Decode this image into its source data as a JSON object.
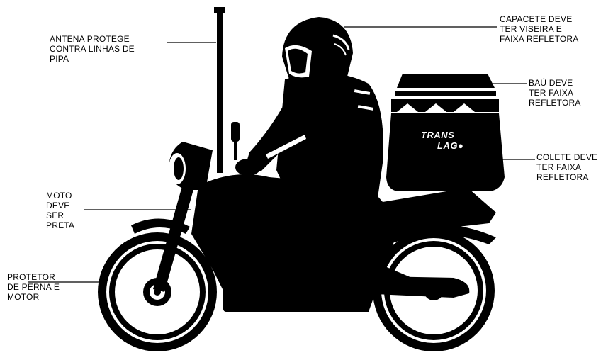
{
  "labels": {
    "antenna": "ANTENA PROTEGE\nCONTRA LINHAS DE\nPIPA",
    "helmet": "CAPACETE DEVE\nTER VISEIRA E\nFAIXA REFLETORA",
    "box": "BAÚ DEVE\nTER FAIXA\nREFLETORA",
    "vest": "COLETE DEVE\nTER FAIXA\nREFLETORA",
    "moto": "MOTO\nDEVE\nSER\nPRETA",
    "protector": "PROTETOR\nDE PERNA E\nMOTOR"
  },
  "logo": {
    "line1": "TRANS",
    "line2": "LAG",
    "mark": "●"
  },
  "colors": {
    "silhouette": "#000000",
    "background": "#ffffff",
    "stripe": "#ffffff"
  }
}
